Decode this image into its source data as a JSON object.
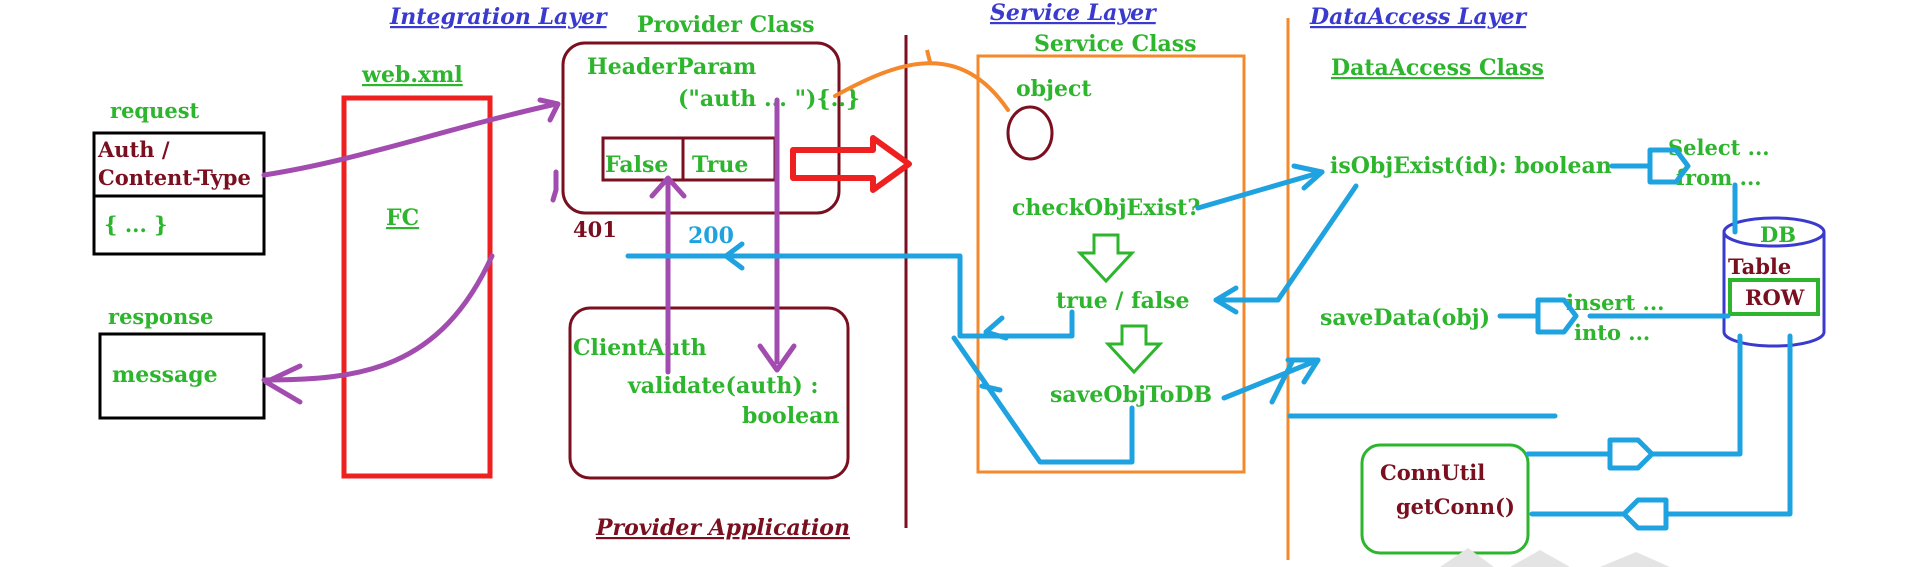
{
  "layers": {
    "integration": "Integration Layer",
    "service": "Service Layer",
    "data_access": "DataAccess Layer"
  },
  "titles": {
    "provider_class": "Provider Class",
    "web_xml": "web.xml",
    "service_class": "Service Class",
    "dataaccess_class": "DataAccess Class",
    "provider_application": "Provider Application"
  },
  "request": {
    "label": "request",
    "header_line1": "Auth /",
    "header_line2": "Content-Type",
    "body": "{ ... }"
  },
  "response": {
    "label": "response",
    "message": "message"
  },
  "fc": "FC",
  "provider": {
    "header_param": "HeaderParam",
    "header_arg": "(\"auth ... \"){..}",
    "false_label": "False",
    "true_label": "True",
    "code_401": "401",
    "code_200": "200"
  },
  "client_auth": {
    "title": "ClientAuth",
    "method_line1": "validate(auth) :",
    "method_line2": "boolean"
  },
  "service": {
    "object": "object",
    "check": "checkObjExist?",
    "true_false": "true / false",
    "save": "saveObjToDB"
  },
  "dao": {
    "is_obj_exist": "isObjExist(id): boolean",
    "save_data": "saveData(obj)",
    "select_line1": "Select ...",
    "select_line2": "from ...",
    "insert_line1": "insert ...",
    "insert_line2": "into ..."
  },
  "db": {
    "label": "DB",
    "table": "Table",
    "row": "ROW"
  },
  "conn_util": {
    "title": "ConnUtil",
    "method": "getConn()"
  },
  "colors": {
    "purple": "#a24cb0",
    "sky_blue": "#1ea2e0",
    "red": "#ee2020",
    "orange": "#f5882a",
    "maroon": "#7a0f1f",
    "green": "#2db52d",
    "layer_blue": "#3a3acf"
  }
}
